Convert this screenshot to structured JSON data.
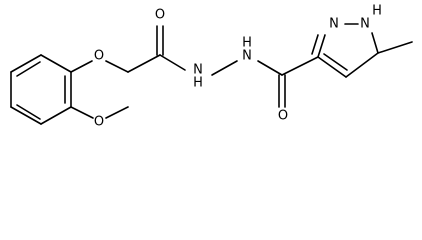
{
  "molecule": {
    "atoms": {
      "o_ether": "O",
      "o_methoxy": "O",
      "o_carbonyl_left": "O",
      "o_carbonyl_right": "O",
      "nh_left": "N",
      "h_left": "H",
      "nh_right": "N",
      "h_right": "H",
      "n_ring": "N",
      "nh_ring": "N",
      "h_ring": "H"
    }
  }
}
